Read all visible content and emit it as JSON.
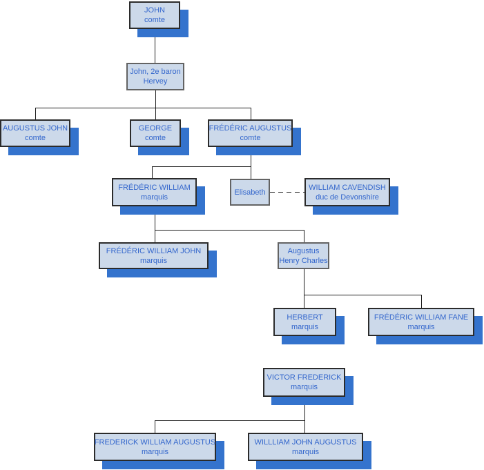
{
  "diagram": {
    "type": "family-tree",
    "colors": {
      "box_fill": "#ccd9ea",
      "box_border_dark": "#2b2b2b",
      "box_border_gray": "#636363",
      "shadow_blue": "#3473cd",
      "text_blue": "#3366cc",
      "connector": "#1c1c1c",
      "background": "#ffffff"
    },
    "nodes": [
      {
        "id": "john",
        "line1": "JOHN",
        "line2": "comte"
      },
      {
        "id": "john-2e-baron-hervey",
        "line1": "John, 2e baron",
        "line2": "Hervey"
      },
      {
        "id": "augustus-john",
        "line1": "AUGUSTUS JOHN",
        "line2": "comte"
      },
      {
        "id": "george",
        "line1": "GEORGE",
        "line2": "comte"
      },
      {
        "id": "frederic-augustus",
        "line1": "FRÉDÉRIC AUGUSTUS",
        "line2": "comte"
      },
      {
        "id": "frederic-william",
        "line1": "FRÉDÉRIC WILLIAM",
        "line2": "marquis"
      },
      {
        "id": "elisabeth",
        "line1": "Elisabeth",
        "line2": ""
      },
      {
        "id": "william-cavendish",
        "line1": "WILLIAM CAVENDISH",
        "line2": "duc de Devonshire"
      },
      {
        "id": "frederic-william-john",
        "line1": "FRÉDÉRIC WILLIAM JOHN",
        "line2": "marquis"
      },
      {
        "id": "augustus-henry-charles",
        "line1": "Augustus",
        "line2": "Henry Charles"
      },
      {
        "id": "herbert",
        "line1": "HERBERT",
        "line2": "marquis"
      },
      {
        "id": "frederic-william-fane",
        "line1": "FRÉDÉRIC WILLIAM FANE",
        "line2": "marquis"
      },
      {
        "id": "victor-frederick",
        "line1": "VICTOR FREDERICK",
        "line2": "marquis"
      },
      {
        "id": "frederick-william-augustus",
        "line1": "FREDERICK WILLIAM AUGUSTUS",
        "line2": "marquis"
      },
      {
        "id": "willliam-john-augustus",
        "line1": "WILLLIAM JOHN AUGUSTUS",
        "line2": "marquis"
      }
    ],
    "edges": [
      {
        "from": "john",
        "to": "john-2e-baron-hervey",
        "style": "solid"
      },
      {
        "from": "john-2e-baron-hervey",
        "to": "augustus-john",
        "style": "solid"
      },
      {
        "from": "john-2e-baron-hervey",
        "to": "george",
        "style": "solid"
      },
      {
        "from": "john-2e-baron-hervey",
        "to": "frederic-augustus",
        "style": "solid"
      },
      {
        "from": "frederic-augustus",
        "to": "frederic-william",
        "style": "solid"
      },
      {
        "from": "frederic-augustus",
        "to": "elisabeth",
        "style": "solid"
      },
      {
        "from": "elisabeth",
        "to": "william-cavendish",
        "style": "dashed"
      },
      {
        "from": "frederic-william",
        "to": "frederic-william-john",
        "style": "solid"
      },
      {
        "from": "frederic-william",
        "to": "augustus-henry-charles",
        "style": "solid"
      },
      {
        "from": "augustus-henry-charles",
        "to": "herbert",
        "style": "solid"
      },
      {
        "from": "augustus-henry-charles",
        "to": "frederic-william-fane",
        "style": "solid"
      },
      {
        "from": "victor-frederick",
        "to": "frederick-william-augustus",
        "style": "solid"
      },
      {
        "from": "victor-frederick",
        "to": "willliam-john-augustus",
        "style": "solid"
      }
    ]
  }
}
